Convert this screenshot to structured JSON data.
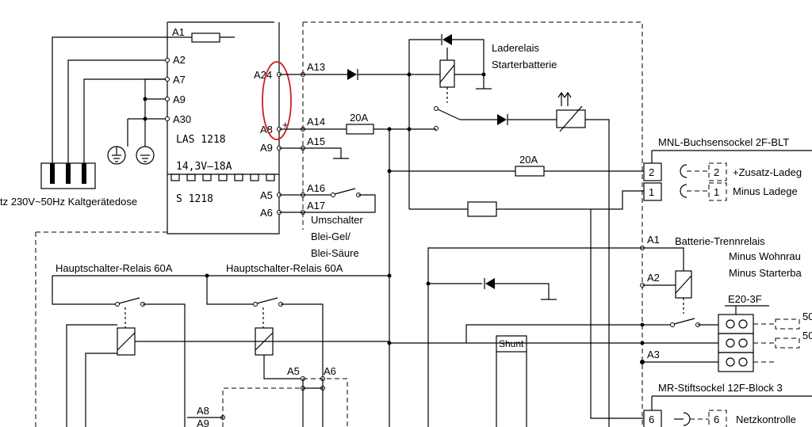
{
  "las_unit": {
    "model": "LAS  1218",
    "rating": "14,3V–18A",
    "pins_left": [
      "A1",
      "A2",
      "A7",
      "A9",
      "A30"
    ],
    "pins_right": [
      "A24",
      "A8",
      "A9"
    ]
  },
  "s_unit": {
    "model": "S  1218",
    "pins": [
      "A5",
      "A6"
    ]
  },
  "mains_label": "tz 230V~50Hz Kaltgerätedose",
  "wires": {
    "a13": "A13",
    "a14": "A14",
    "a15": "A15",
    "a16": "A16",
    "a17": "A17"
  },
  "fuses": {
    "f1": "20A",
    "f2": "20A"
  },
  "switch_label": [
    "Umschalter",
    "Blei-Gel/",
    "Blei-Säure"
  ],
  "relay_label": [
    "Laderelais",
    "Starterbatterie"
  ],
  "main_relay_1": "Hauptschalter-Relais 60A",
  "main_relay_2": "Hauptschalter-Relais 60A",
  "pins_lower": {
    "a5": "A5",
    "a6": "A6",
    "a8": "A8",
    "a9": "A9"
  },
  "mnl_title": "MNL-Buchsensockel 2F-BLT",
  "mnl_pins": [
    "2",
    "1"
  ],
  "mnl_items": [
    "+Zusatz-Ladeg",
    "Minus Ladege"
  ],
  "trenn_pins": [
    "A1",
    "A2",
    "A3"
  ],
  "trenn_label": [
    "Batterie-Trennrelais",
    "Minus Wohnrau",
    "Minus Starterba"
  ],
  "e20_label": "E20-3F",
  "e20_cut": [
    "50",
    "50"
  ],
  "shunt_label": "Shunt",
  "mr_title": "MR-Stiftsockel 12F-Block 3",
  "mr_pin": "6",
  "mr_item": "Netzkontrolle",
  "highlight_color": "#cc1f1f"
}
